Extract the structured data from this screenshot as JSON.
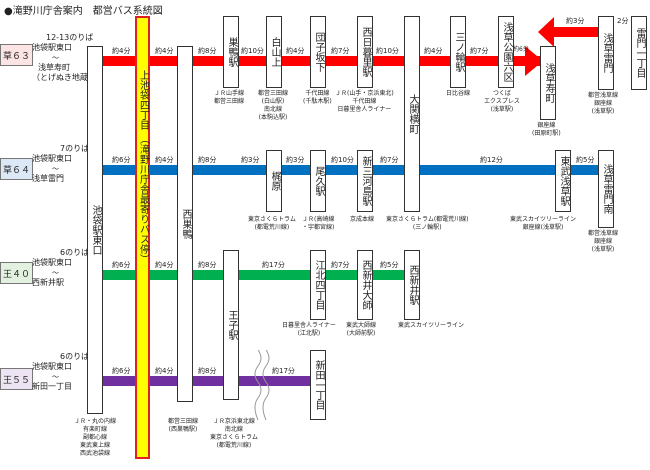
{
  "title": "●滝野川庁舎案内　都営バス系統図",
  "colors": {
    "kusa63": "#ff0000",
    "kusa64": "#0070c0",
    "ou40": "#00b050",
    "ou55": "#7030a0",
    "highlight": "#ffff00"
  },
  "routes": [
    {
      "badge": "草６３",
      "platform": "12-13のりば",
      "from": "池袋駅東口",
      "via": "〜",
      "to": "浅草寿町",
      "note": "（とげぬき地蔵前）"
    },
    {
      "badge": "草６４",
      "platform": "7のりば",
      "from": "池袋駅東口",
      "via": "〜",
      "to": "浅草雷門"
    },
    {
      "badge": "王４０",
      "platform": "6のりば",
      "from": "池袋駅東口",
      "via": "〜",
      "to": "西新井駅"
    },
    {
      "badge": "王５５",
      "platform": "6のりば",
      "from": "池袋駅東口",
      "via": "〜",
      "to": "新田一丁目"
    }
  ],
  "highlight": {
    "name": "上池袋四丁目",
    "sub": "（滝野川庁舎最寄りバス停）"
  },
  "stations": {
    "ikebukuro": "池袋駅東口",
    "nishisugamo": "西巣鴨",
    "sugamo": "巣鴨駅",
    "hakusan": "白山上",
    "dangozaka": "団子坂下",
    "nishinippori": "西日暮里駅",
    "oozekiyokocho": "大関横町",
    "minowa": "三ノ輪駅",
    "asakusa6": "浅草公園六区",
    "asakusakotobuki": "浅草寿町",
    "asakusakaminarimon": "浅草雷門",
    "kaminarimon1": "雷門一丁目",
    "kajiwara": "梶原",
    "oku": "尾久駅",
    "shinmikawajima": "新三河島駅",
    "higashimukojima": "東武浅草駅",
    "kaminariminami": "浅草雷門南",
    "ouji": "王子駅",
    "kouhoku4": "江北四丁目",
    "nishiaraidaishi": "西新井大師",
    "nishiarai": "西新井駅",
    "nittaicchome": "新田一丁目"
  },
  "times": {
    "r1": [
      "約4分",
      "約4分",
      "約8分",
      "約10分",
      "約4分",
      "約7分",
      "約10分",
      "約4分",
      "約7分",
      "約6分",
      "約3分",
      "2分"
    ],
    "r2": [
      "約6分",
      "約4分",
      "約8分",
      "約3分",
      "約3分",
      "約10分",
      "約7分",
      "約12分",
      "約5分"
    ],
    "r3": [
      "約6分",
      "約4分",
      "約8分",
      "約17分",
      "約7分",
      "約5分"
    ],
    "r4": [
      "約6分",
      "約4分",
      "約8分",
      "約17分"
    ]
  },
  "annotations": {
    "sugamo": "ＪＲ山手線\n都営三田線",
    "hakusan": "都営三田線\n(白山駅)\n南北線\n(本駒込駅)",
    "dangozaka": "千代田線\n(千駄木駅)",
    "nishinippori": "ＪＲ(山手・京浜東北)\n千代田線\n日暮里舎人ライナー",
    "minowa": "日比谷線",
    "asakusa6": "つくば\nエクスプレス\n(浅草駅)",
    "asakusakotobuki": "銀座線\n(田原町駅)",
    "asakusakaminarimon": "都営浅草線\n銀座線\n(浅草駅)",
    "kajiwara": "東京さくらトラム\n(都電荒川線)",
    "oku": "ＪＲ(高崎線\n・宇都宮線)",
    "shinmikawajima": "京成本線",
    "oozeki": "東京さくらトラム(都電荒川線)\n(三ノ輪駅)",
    "higashi": "東武スカイツリーライン\n銀座線(浅草駅)",
    "kaminariminami": "都営浅草線\n銀座線\n(浅草駅)",
    "kouhoku": "日暮里舎人ライナー\n(江北駅)",
    "nishiaraidaishi": "東武大師線\n(大師前駅)",
    "nishiarai": "東武スカイツリーライン",
    "ikebukuro": "ＪＲ・丸の内線\n有楽町線\n副都心線\n東武東上線\n西武池袋線",
    "nishisugamo": "都営三田線\n(西巣鴨駅)",
    "ouji": "ＪＲ京浜東北線\n南北線\n東京さくらトラム\n(都電荒川線)"
  }
}
